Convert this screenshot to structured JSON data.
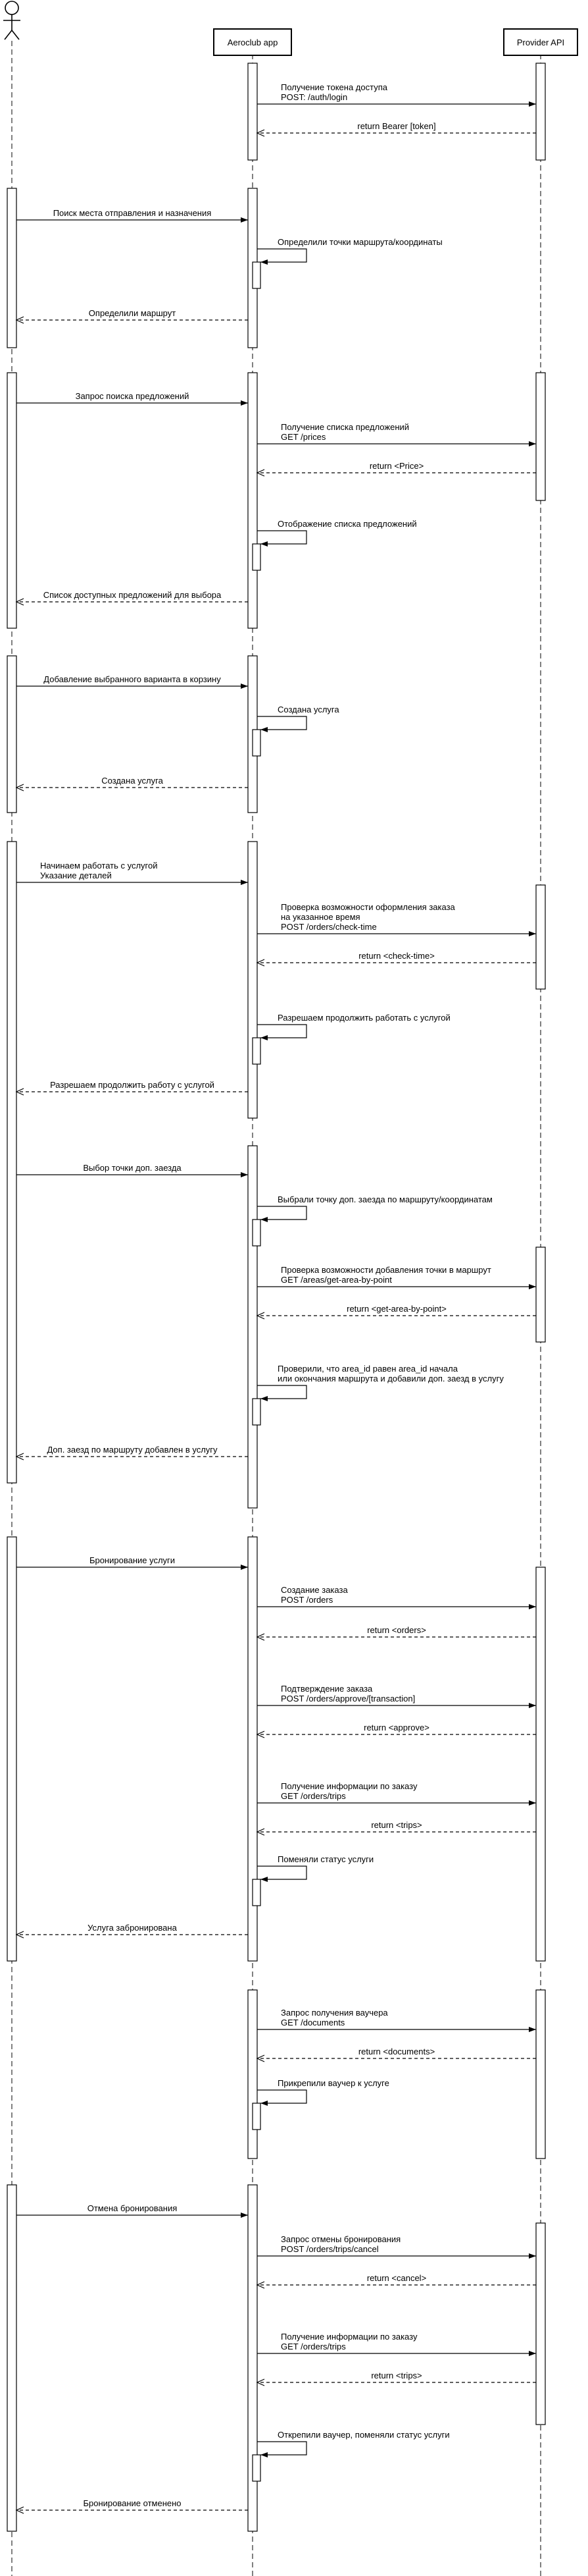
{
  "participants": {
    "user": "",
    "app": "Aeroclub app",
    "api": "Provider API"
  },
  "messages": {
    "m01": [
      "Получение токена доступа",
      "POST: /auth/login"
    ],
    "m02": [
      "return Bearer [token]"
    ],
    "m03": [
      "Поиск места отправления и назначения"
    ],
    "m04": [
      "Определили точки маршрута/координаты"
    ],
    "m05": [
      "Определили маршрут"
    ],
    "m06": [
      "Запрос поиска предложений"
    ],
    "m07": [
      "Получение списка предложений",
      "GET /prices"
    ],
    "m08": [
      "return <Price>"
    ],
    "m09": [
      "Отображение списка предложений"
    ],
    "m10": [
      "Список доступных предложений для выбора"
    ],
    "m11": [
      "Добавление выбранного варианта в корзину"
    ],
    "m12": [
      "Создана услуга"
    ],
    "m13": [
      "Создана услуга"
    ],
    "m14": [
      "Начинаем работать с услугой",
      "Указание деталей"
    ],
    "m15": [
      "Проверка возможности оформления заказа",
      "на указанное время",
      "POST /orders/check-time"
    ],
    "m16": [
      "return <check-time>"
    ],
    "m17": [
      "Разрешаем продолжить работать с услугой"
    ],
    "m18": [
      "Разрешаем продолжить работу с услугой"
    ],
    "m19": [
      "Выбор точки доп. заезда"
    ],
    "m20": [
      "Выбрали точку доп. заезда по маршруту/координатам"
    ],
    "m21": [
      "Проверка возможности добавления точки в маршрут",
      "GET /areas/get-area-by-point"
    ],
    "m22": [
      "return <get-area-by-point>"
    ],
    "m23": [
      "Проверили, что area_id равен area_id начала",
      "или окончания маршрута и добавили доп. заезд в услугу"
    ],
    "m24": [
      "Доп. заезд по маршруту добавлен в услугу"
    ],
    "m25": [
      "Бронирование услуги"
    ],
    "m26": [
      "Создание заказа",
      "POST /orders"
    ],
    "m27": [
      "return <orders>"
    ],
    "m28": [
      "Подтверждение заказа",
      "POST /orders/approve/[transaction]"
    ],
    "m29": [
      "return <approve>"
    ],
    "m30": [
      "Получение информации по заказу",
      "GET /orders/trips"
    ],
    "m31": [
      "return <trips>"
    ],
    "m32": [
      "Поменяли статус услуги"
    ],
    "m33": [
      "Услуга забронирована"
    ],
    "m34": [
      "Запрос получения ваучера",
      "GET /documents"
    ],
    "m35": [
      "return <documents>"
    ],
    "m36": [
      "Прикрепили ваучер к услуге"
    ],
    "m37": [
      "Отмена бронирования"
    ],
    "m38": [
      "Запрос отмены бронирования",
      "POST /orders/trips/cancel"
    ],
    "m39": [
      "return <cancel>"
    ],
    "m40": [
      "Получение информации по заказу",
      "GET /orders/trips"
    ],
    "m41": [
      "return <trips>"
    ],
    "m42": [
      "Открепили ваучер, поменяли статус услуги"
    ],
    "m43": [
      "Бронирование отменено"
    ]
  }
}
